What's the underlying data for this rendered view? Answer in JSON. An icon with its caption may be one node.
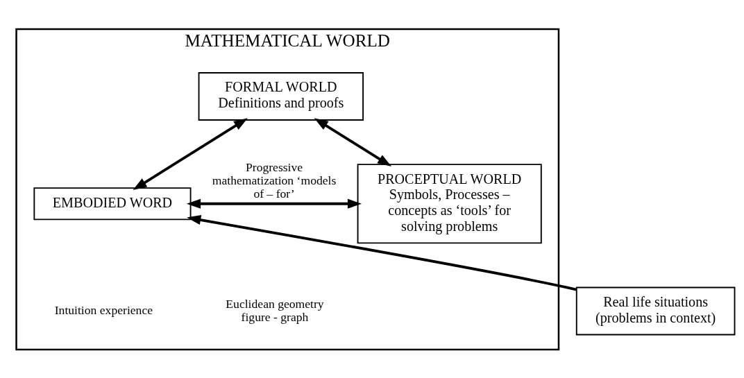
{
  "diagram": {
    "nodes": [
      {
        "text": [
          "MATHEMATICAL WORLD"
        ]
      },
      {
        "text": [
          "FORMAL WORLD",
          "Definitions and proofs"
        ],
        "in": 0
      },
      {
        "text": [
          "EMBODIED WORD"
        ],
        "in": 0
      },
      {
        "text": [
          "PROCEPTUAL WORLD",
          "Symbols, Processes – concepts as ‘tools’ for solving problems"
        ],
        "in": 0
      },
      {
        "text": [
          "Real life situations (problems in context)"
        ]
      }
    ],
    "edges": [
      {
        "from": 1,
        "to": 2,
        "arrow": "both"
      },
      {
        "from": 1,
        "to": 3,
        "arrow": "both"
      },
      {
        "from": 2,
        "to": 3,
        "arrow": "both",
        "label": "Progressive mathematization ‘models of – for’"
      },
      {
        "from": 4,
        "to": 2,
        "arrow": "to"
      }
    ],
    "labels": [
      "Intuition experience",
      "Euclidean geometry figure - graph"
    ]
  }
}
